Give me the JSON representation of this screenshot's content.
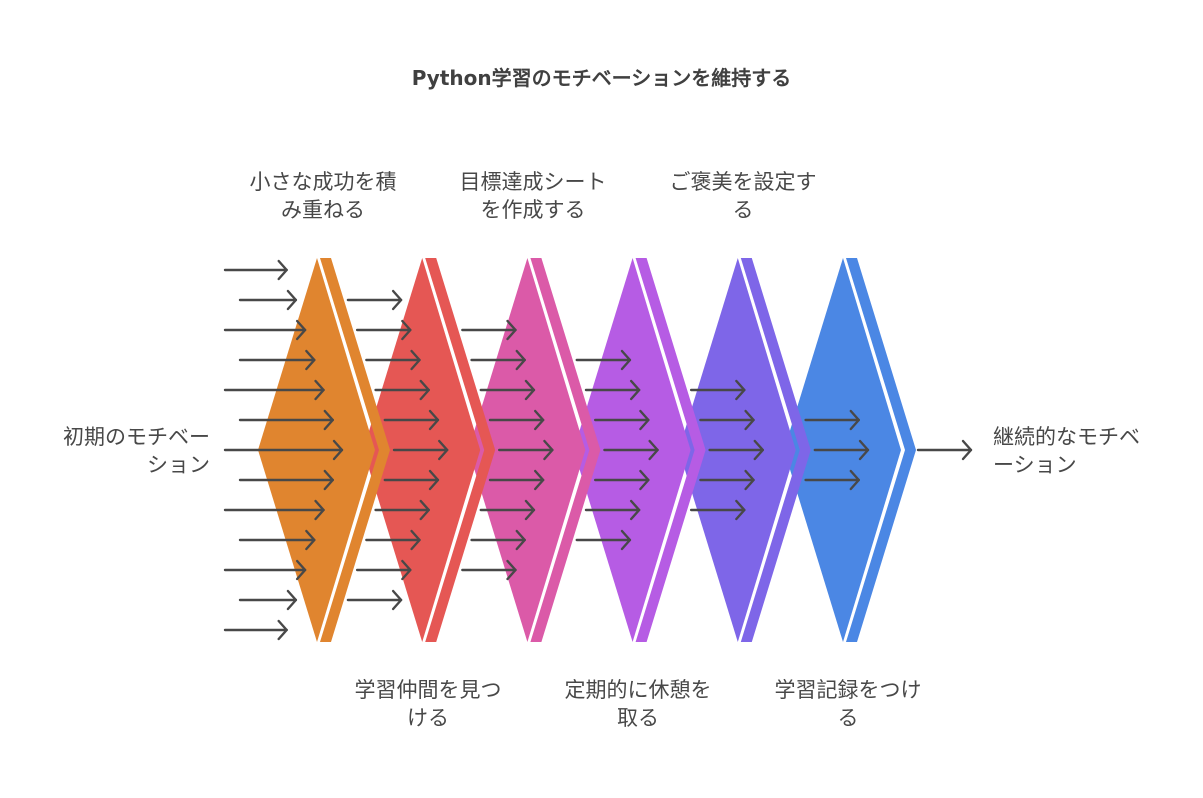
{
  "title": "Python学習のモチベーションを維持する",
  "input_label": [
    "初期のモチベー",
    "ション"
  ],
  "output_label": [
    "継続的なモチベ",
    "ーション"
  ],
  "stages": [
    {
      "label": [
        "小さな成功を積",
        "み重ねる"
      ],
      "color": "#E0852F",
      "position": "top"
    },
    {
      "label": [
        "学習仲間を見つ",
        "ける"
      ],
      "color": "#E55754",
      "position": "bottom"
    },
    {
      "label": [
        "目標達成シート",
        "を作成する"
      ],
      "color": "#DB5AA8",
      "position": "top"
    },
    {
      "label": [
        "定期的に休憩を",
        "取る"
      ],
      "color": "#B65CE4",
      "position": "bottom"
    },
    {
      "label": [
        "ご褒美を設定す",
        "る"
      ],
      "color": "#7E66E8",
      "position": "top"
    },
    {
      "label": [
        "学習記録をつけ",
        "る"
      ],
      "color": "#4B87E4",
      "position": "bottom"
    }
  ],
  "arrow_color": "#484848"
}
